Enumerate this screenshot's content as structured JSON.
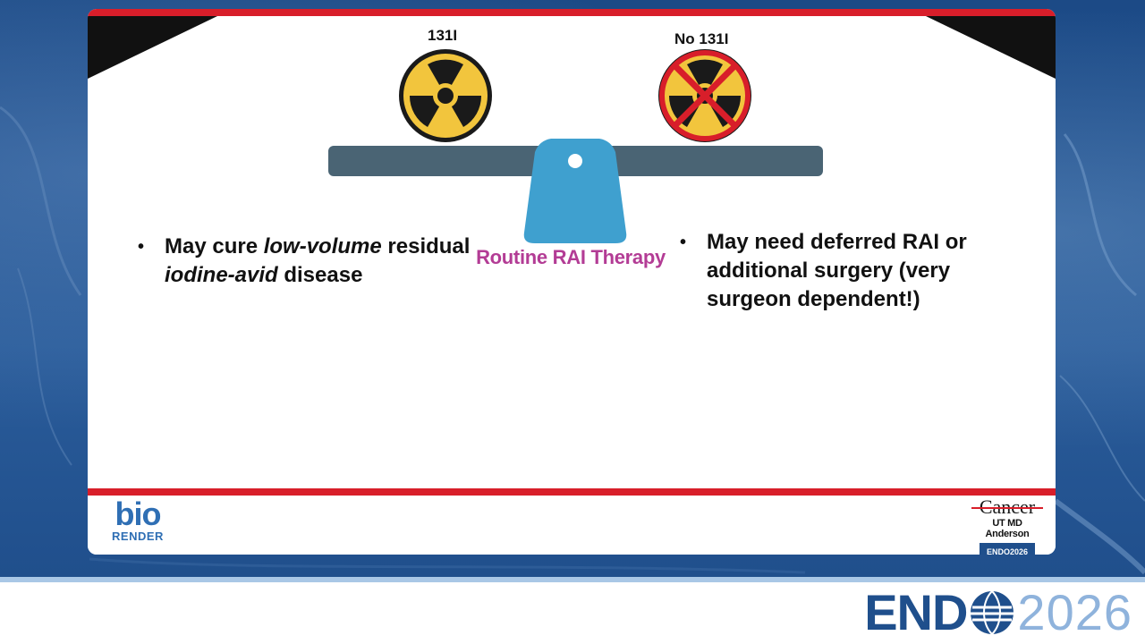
{
  "slide": {
    "left_label": "131I",
    "right_label": "No 131I",
    "center_label": "Routine RAI Therapy",
    "left_bullet": {
      "parts": [
        "May cure ",
        "low-volume",
        " residual ",
        "iodine-avid",
        " disease"
      ]
    },
    "right_bullet": "May need deferred RAI or additional surgery (very surgeon dependent!)",
    "bullet_char": "•"
  },
  "footer": {
    "biorender_top": "bio",
    "biorender_bottom": "RENDER",
    "mda_cancer": "Cancer",
    "mda_name": "UT MD Anderson",
    "mda_badge": "ENDO2026"
  },
  "banner": {
    "endo_word_a": "END",
    "endo_year": "2026"
  },
  "colors": {
    "accent_red": "#d81e2a",
    "beam": "#4a6474",
    "fulcrum": "#3fa0cf",
    "center_label": "#b33c95",
    "radiation_yellow": "#f2c53d",
    "brand_blue": "#1f4f8c"
  },
  "icons": [
    "radiation-icon",
    "no-radiation-icon",
    "globe-icon"
  ]
}
